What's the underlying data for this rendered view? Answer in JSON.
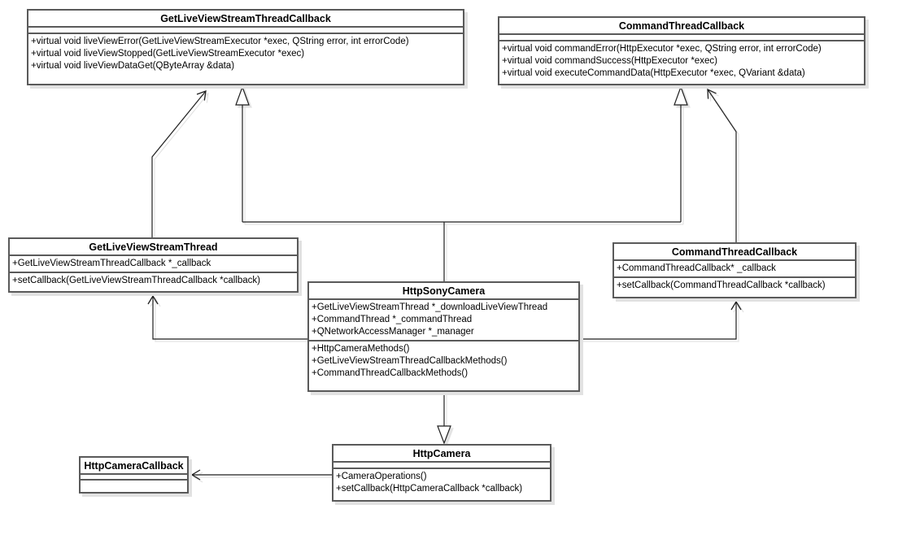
{
  "diagram_type": "uml-class-diagram",
  "colors": {
    "background": "#ffffff",
    "box_fill": "#ffffff",
    "box_border": "#5a5a5a",
    "line": "#1f1f1f",
    "shadow": "#e2e2e2",
    "text": "#000000"
  },
  "classes": {
    "glvst_callback": {
      "name": "GetLiveViewStreamThreadCallback",
      "attributes": [],
      "methods": [
        "+virtual void liveViewError(GetLiveViewStreamExecutor *exec, QString error, int errorCode)",
        "+virtual void liveViewStopped(GetLiveViewStreamExecutor *exec)",
        "+virtual void liveViewDataGet(QByteArray &data)"
      ]
    },
    "command_callback_iface": {
      "name": "CommandThreadCallback",
      "attributes": [],
      "methods": [
        "+virtual void commandError(HttpExecutor *exec, QString error, int errorCode)",
        "+virtual void commandSuccess(HttpExecutor *exec)",
        "+virtual void executeCommandData(HttpExecutor *exec, QVariant &data)"
      ]
    },
    "glvst_thread": {
      "name": "GetLiveViewStreamThread",
      "attributes": [
        "+GetLiveViewStreamThreadCallback *_callback"
      ],
      "methods": [
        "+setCallback(GetLiveViewStreamThreadCallback *callback)"
      ]
    },
    "command_callback_holder": {
      "name": "CommandThreadCallback",
      "attributes": [
        "+CommandThreadCallback* _callback"
      ],
      "methods": [
        "+setCallback(CommandThreadCallback *callback)"
      ]
    },
    "http_sony_camera": {
      "name": "HttpSonyCamera",
      "attributes": [
        "+GetLiveViewStreamThread *_downloadLiveViewThread",
        "+CommandThread *_commandThread",
        "+QNetworkAccessManager *_manager"
      ],
      "methods": [
        "+HttpCameraMethods()",
        "+GetLiveViewStreamThreadCallbackMethods()",
        "+CommandThreadCallbackMethods()"
      ]
    },
    "http_camera": {
      "name": "HttpCamera",
      "attributes": [],
      "methods": [
        "+CameraOperations()",
        "+setCallback(HttpCameraCallback *callback)"
      ]
    },
    "http_camera_callback": {
      "name": "HttpCameraCallback",
      "attributes": [],
      "methods": []
    }
  },
  "relationships": [
    {
      "type": "generalization",
      "from": "HttpSonyCamera",
      "to": "GetLiveViewStreamThreadCallback"
    },
    {
      "type": "generalization",
      "from": "HttpSonyCamera",
      "to": "CommandThreadCallback (interface)"
    },
    {
      "type": "generalization",
      "from": "HttpSonyCamera",
      "to": "HttpCamera"
    },
    {
      "type": "association",
      "from": "GetLiveViewStreamThread",
      "to": "GetLiveViewStreamThreadCallback"
    },
    {
      "type": "association",
      "from": "CommandThreadCallback (holder)",
      "to": "CommandThreadCallback (interface)"
    },
    {
      "type": "association",
      "from": "HttpSonyCamera",
      "to": "GetLiveViewStreamThread"
    },
    {
      "type": "association",
      "from": "HttpSonyCamera",
      "to": "CommandThreadCallback (holder)"
    },
    {
      "type": "association",
      "from": "HttpCamera",
      "to": "HttpCameraCallback"
    }
  ]
}
